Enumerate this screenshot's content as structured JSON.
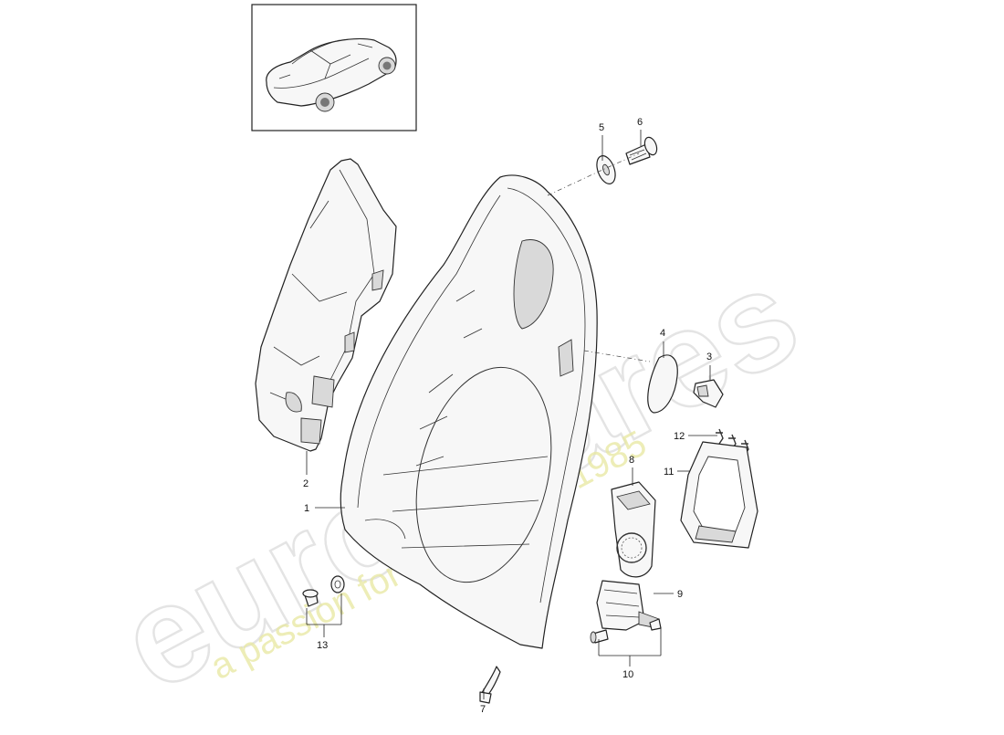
{
  "watermark": {
    "brand": "eurospares",
    "tagline": "a passion for parts since 1985",
    "brand_color": "#cfcfcf",
    "tagline_color": "#e8e8a0"
  },
  "thumbnail": {
    "icon": "car-icon"
  },
  "callouts": [
    {
      "id": "1",
      "label": "1"
    },
    {
      "id": "2",
      "label": "2"
    },
    {
      "id": "3",
      "label": "3"
    },
    {
      "id": "4",
      "label": "4"
    },
    {
      "id": "5",
      "label": "5"
    },
    {
      "id": "6",
      "label": "6"
    },
    {
      "id": "7",
      "label": "7"
    },
    {
      "id": "8",
      "label": "8"
    },
    {
      "id": "9",
      "label": "9"
    },
    {
      "id": "10",
      "label": "10"
    },
    {
      "id": "11",
      "label": "11"
    },
    {
      "id": "12",
      "label": "12"
    },
    {
      "id": "13",
      "label": "13"
    }
  ]
}
